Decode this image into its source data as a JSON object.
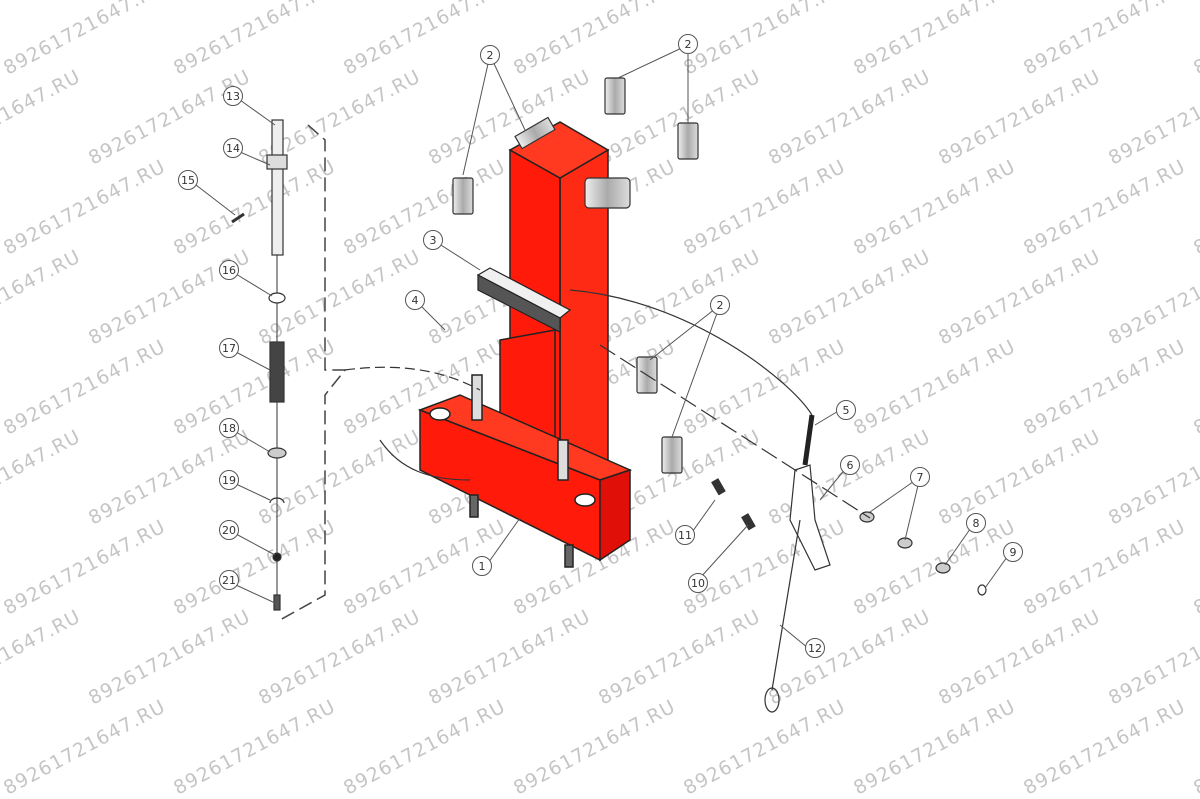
{
  "diagram": {
    "type": "exploded-parts-view",
    "subject": "Mounting stand / column with base and quick-release pin assembly",
    "main_part_color": "#ff1a0a",
    "line_color": "#333333",
    "watermark": {
      "text": "89261721647.RU",
      "color": "#b0b0b0"
    },
    "callouts": [
      {
        "id": "c1",
        "label": "1",
        "part": "base frame / column (red)"
      },
      {
        "id": "c2a",
        "label": "2",
        "part": "slider pads (top of column)"
      },
      {
        "id": "c2b",
        "label": "2",
        "part": "slider pads (top right)"
      },
      {
        "id": "c2c",
        "label": "2",
        "part": "slider pads (middle right)"
      },
      {
        "id": "c3",
        "label": "3",
        "part": "cross bar"
      },
      {
        "id": "c4",
        "label": "4",
        "part": "bolts"
      },
      {
        "id": "c5",
        "label": "5",
        "part": "spring"
      },
      {
        "id": "c6",
        "label": "6",
        "part": "lever bracket"
      },
      {
        "id": "c7",
        "label": "7",
        "part": "washers"
      },
      {
        "id": "c8",
        "label": "8",
        "part": "washer"
      },
      {
        "id": "c9",
        "label": "9",
        "part": "circlip"
      },
      {
        "id": "c10",
        "label": "10",
        "part": "screw"
      },
      {
        "id": "c11",
        "label": "11",
        "part": "screw"
      },
      {
        "id": "c12",
        "label": "12",
        "part": "cable with loop"
      },
      {
        "id": "c13",
        "label": "13",
        "part": "pin top"
      },
      {
        "id": "c14",
        "label": "14",
        "part": "pin collar"
      },
      {
        "id": "c15",
        "label": "15",
        "part": "roll pin"
      },
      {
        "id": "c16",
        "label": "16",
        "part": "ring"
      },
      {
        "id": "c17",
        "label": "17",
        "part": "spring"
      },
      {
        "id": "c18",
        "label": "18",
        "part": "washer"
      },
      {
        "id": "c19",
        "label": "19",
        "part": "retaining clip"
      },
      {
        "id": "c20",
        "label": "20",
        "part": "ball"
      },
      {
        "id": "c21",
        "label": "21",
        "part": "pin end"
      }
    ]
  }
}
